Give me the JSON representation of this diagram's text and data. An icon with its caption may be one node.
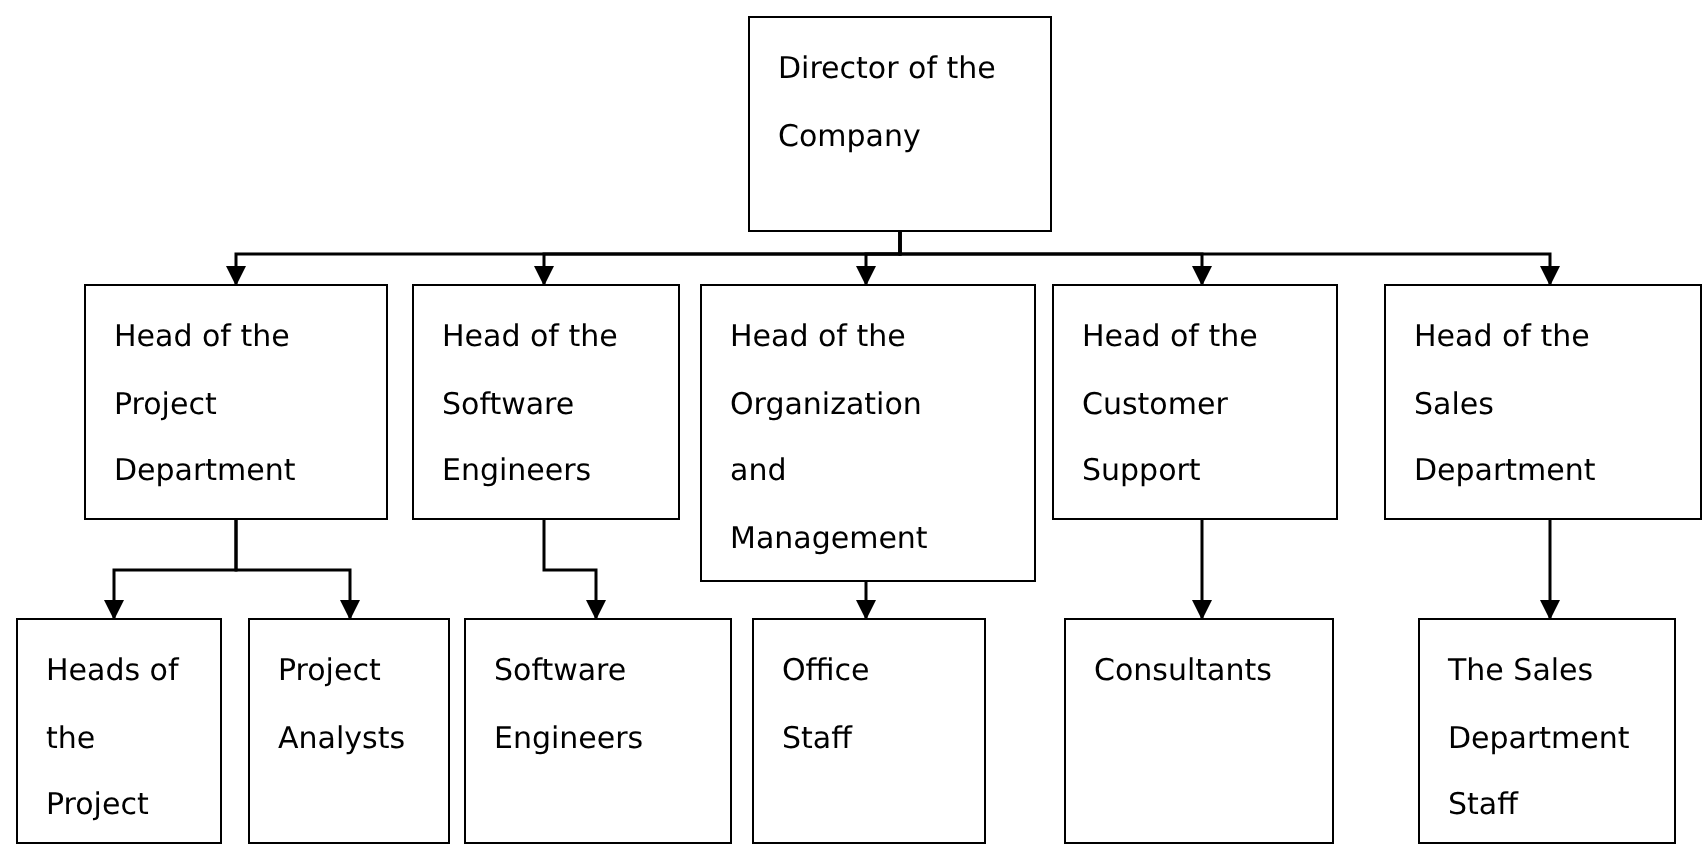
{
  "diagram": {
    "nodes": [
      {
        "text": [
          "Director of the Company"
        ]
      },
      {
        "text": [
          "Head of the Project Department"
        ]
      },
      {
        "text": [
          "Head of the Software Engineers"
        ]
      },
      {
        "text": [
          "Head of the Organization and Management"
        ]
      },
      {
        "text": [
          "Head of the Customer Support"
        ]
      },
      {
        "text": [
          "Head of the Sales Department"
        ]
      },
      {
        "text": [
          "Heads of the Project"
        ]
      },
      {
        "text": [
          "Project Analysts"
        ]
      },
      {
        "text": [
          "Software Engineers"
        ]
      },
      {
        "text": [
          "Office Staff"
        ]
      },
      {
        "text": [
          "Consultants"
        ]
      },
      {
        "text": [
          "The Sales Department Staff"
        ]
      }
    ],
    "edges": [
      {
        "from": 0,
        "to": 1,
        "arrow": "to"
      },
      {
        "from": 0,
        "to": 2,
        "arrow": "to"
      },
      {
        "from": 0,
        "to": 3,
        "arrow": "to"
      },
      {
        "from": 0,
        "to": 4,
        "arrow": "to"
      },
      {
        "from": 0,
        "to": 5,
        "arrow": "to"
      },
      {
        "from": 1,
        "to": 6,
        "arrow": "to"
      },
      {
        "from": 1,
        "to": 7,
        "arrow": "to"
      },
      {
        "from": 2,
        "to": 8,
        "arrow": "to"
      },
      {
        "from": 3,
        "to": 9,
        "arrow": "to"
      },
      {
        "from": 4,
        "to": 10,
        "arrow": "to"
      },
      {
        "from": 5,
        "to": 11,
        "arrow": "to"
      }
    ]
  }
}
